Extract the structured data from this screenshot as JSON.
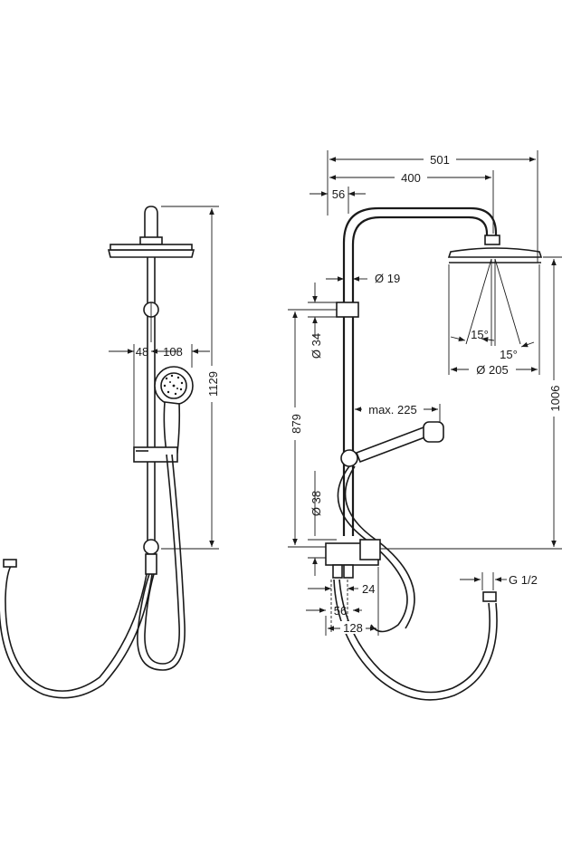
{
  "front_view": {
    "height_label": "1129",
    "offset_label": "48",
    "handshower_label": "108"
  },
  "side_view": {
    "total_width_label": "501",
    "arm_length_label": "400",
    "arm_offset_label": "56",
    "pipe_diameter_label": "Ø 19",
    "upper_bracket_label": "Ø 34",
    "height_879_label": "879",
    "max_reach_label": "max. 225",
    "lower_bracket_label": "Ø 38",
    "height_1006_label": "1006",
    "head_diameter_label": "Ø 205",
    "angle_left_label": "15°",
    "angle_right_label": "15°",
    "inlet_24_label": "24",
    "inlet_56_label": "56",
    "inlet_128_label": "128",
    "thread_label": "G 1/2"
  }
}
